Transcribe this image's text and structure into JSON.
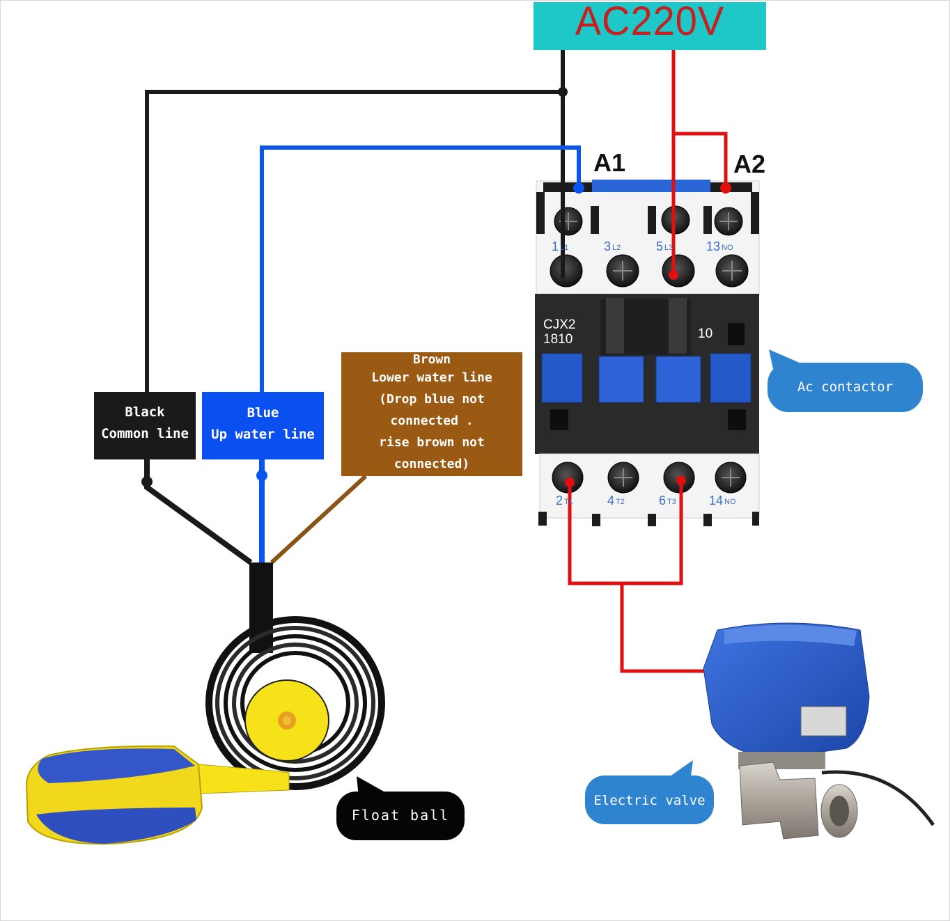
{
  "supply": {
    "label": "AC220V"
  },
  "coil_terminals": {
    "a1": "A1",
    "a2": "A2"
  },
  "wires": {
    "black": [
      "Black",
      "Common line"
    ],
    "blue": [
      "Blue",
      "Up water line"
    ],
    "brown": [
      "Brown",
      "Lower water line",
      "(Drop blue not",
      "connected .",
      "rise brown not",
      "connected)"
    ]
  },
  "contactor": {
    "model_line1": "CJX2",
    "model_line2": "1810",
    "aux_code": "10",
    "top_terminals": [
      {
        "num": "1",
        "tag": "L1"
      },
      {
        "num": "3",
        "tag": "L2"
      },
      {
        "num": "5",
        "tag": "L3"
      },
      {
        "num": "13",
        "tag": "NO"
      }
    ],
    "bottom_terminals": [
      {
        "num": "2",
        "tag": "T1"
      },
      {
        "num": "4",
        "tag": "T2"
      },
      {
        "num": "6",
        "tag": "T3"
      },
      {
        "num": "14",
        "tag": "NO"
      }
    ]
  },
  "callouts": {
    "contactor": "Ac contactor",
    "valve": "Electric valve",
    "float": "Float ball"
  },
  "colors": {
    "supply_bg": "#1fc8c8",
    "supply_text": "#c81e1e",
    "live_wire": "#e01010",
    "neutral_wire": "#1a1a1a",
    "blue_wire": "#0a55ee",
    "brown_wire": "#8a5514",
    "callout_blue": "#2f84cf"
  },
  "icons": [
    "ac-contactor-icon",
    "float-switch-icon",
    "electric-valve-icon",
    "screw-terminal-icon"
  ]
}
